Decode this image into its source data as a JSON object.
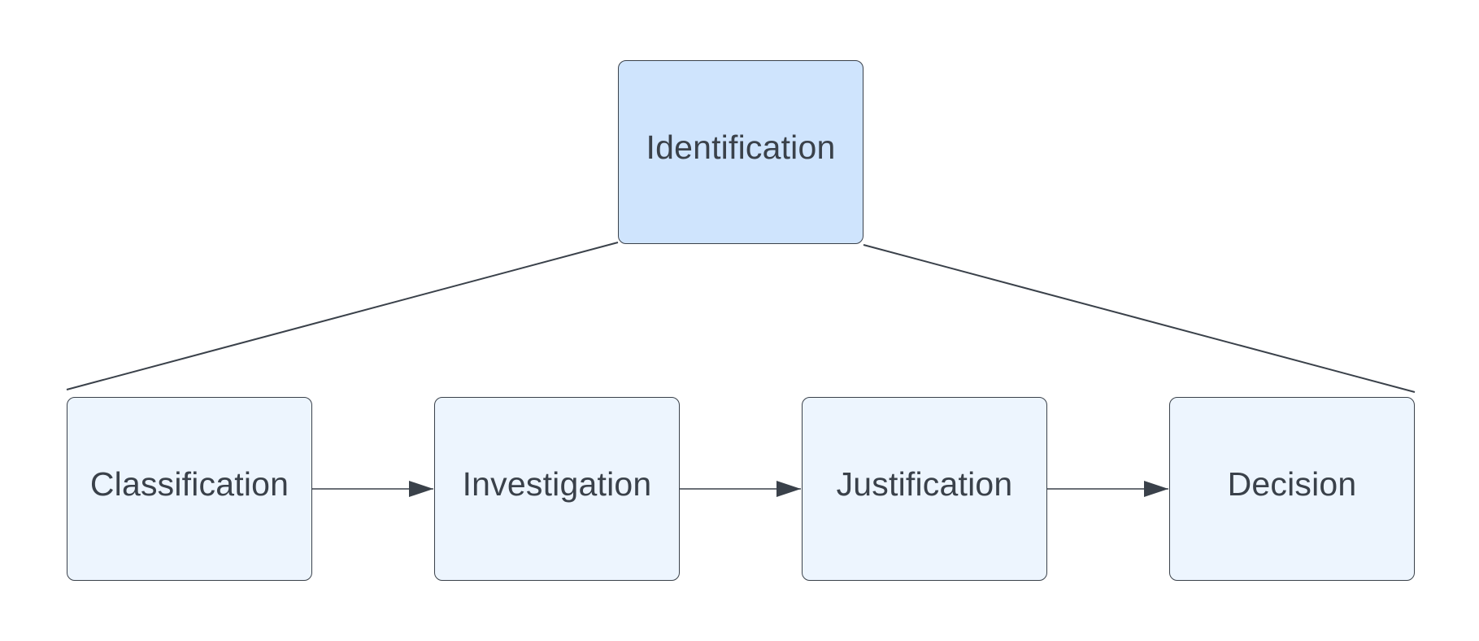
{
  "colors": {
    "root_fill": "#cfe4fd",
    "child_fill": "#edf5fe",
    "stroke": "#3a414a",
    "text": "#3a414a"
  },
  "diagram": {
    "root": {
      "label": "Identification"
    },
    "steps": [
      {
        "label": "Classification"
      },
      {
        "label": "Investigation"
      },
      {
        "label": "Justification"
      },
      {
        "label": "Decision"
      }
    ],
    "edges": [
      {
        "from": "Identification",
        "to": "Classification",
        "style": "line"
      },
      {
        "from": "Identification",
        "to": "Decision",
        "style": "line"
      },
      {
        "from": "Classification",
        "to": "Investigation",
        "style": "arrow"
      },
      {
        "from": "Investigation",
        "to": "Justification",
        "style": "arrow"
      },
      {
        "from": "Justification",
        "to": "Decision",
        "style": "arrow"
      }
    ]
  }
}
